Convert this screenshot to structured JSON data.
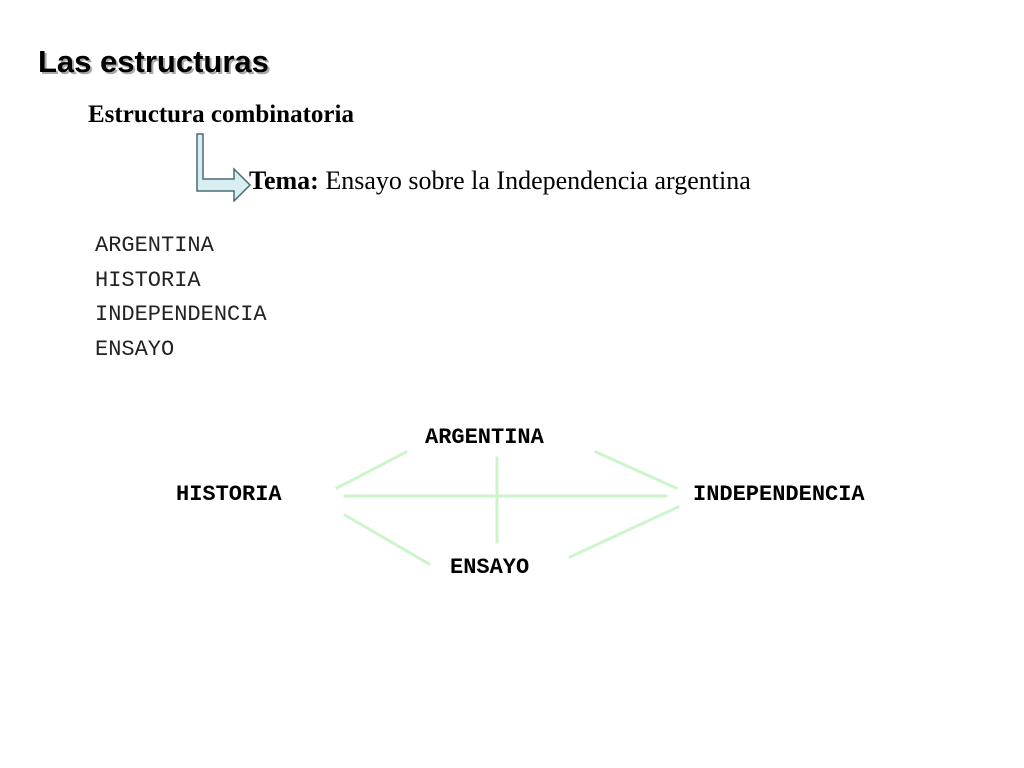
{
  "title": "Las estructuras",
  "subtitle": "Estructura combinatoria",
  "tema": {
    "label": "Tema:",
    "text": "Ensayo sobre la Independencia argentina"
  },
  "word_list": [
    "ARGENTINA",
    "HISTORIA",
    "INDEPENDENCIA",
    "ENSAYO"
  ],
  "diagram": {
    "nodes": {
      "argentina": "ARGENTINA",
      "historia": "HISTORIA",
      "independencia": "INDEPENDENCIA",
      "ensayo": "ENSAYO"
    },
    "connections": [
      [
        "argentina",
        "historia"
      ],
      [
        "argentina",
        "independencia"
      ],
      [
        "argentina",
        "ensayo"
      ],
      [
        "historia",
        "independencia"
      ],
      [
        "historia",
        "ensayo"
      ],
      [
        "independencia",
        "ensayo"
      ]
    ],
    "line_color": "#ccf5cc"
  },
  "colors": {
    "arrow_fill": "#d8eef0",
    "arrow_stroke": "#4a6a78",
    "title_shadow": "#a9a9a9"
  },
  "icons": {
    "arrow": "down-right-bent-arrow-icon"
  }
}
